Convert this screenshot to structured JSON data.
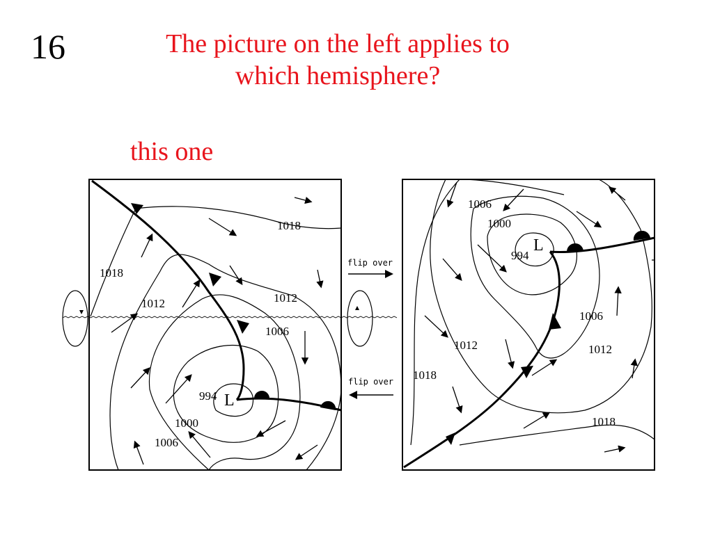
{
  "slide": {
    "number": "16",
    "title_line1": "The picture on the left applies to",
    "title_line2": "which hemisphere?",
    "answer": "this one"
  },
  "left_map": {
    "labels": [
      "1018",
      "1018",
      "1012",
      "1012",
      "1006",
      "1006",
      "1000",
      "994"
    ],
    "low_symbol": "L"
  },
  "right_map": {
    "labels": [
      "1006",
      "1000",
      "994",
      "1006",
      "1012",
      "1012",
      "1018",
      "1018"
    ],
    "low_symbol": "L"
  },
  "arrows": {
    "flip_top": "flip over",
    "flip_bottom": "flip over"
  }
}
